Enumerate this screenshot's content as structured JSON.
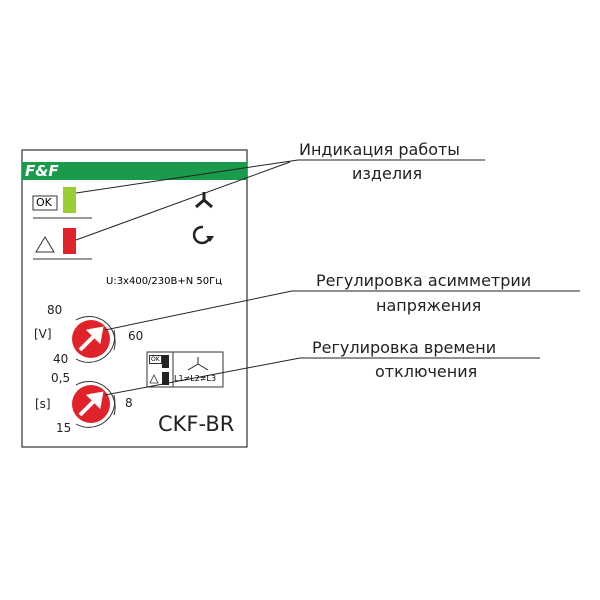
{
  "brand": "F&F",
  "indicators": {
    "ok_label": "OK",
    "warning_icon": "warning-triangle-icon",
    "ok_color": "#9acd32",
    "alarm_color": "#e0232a"
  },
  "icons": [
    "three-phase-icon",
    "rotation-arrow-icon"
  ],
  "supply": "U:3x400/230В+N 50Гц",
  "knob_voltage": {
    "unit": "[V]",
    "min": "40",
    "mid": "60",
    "max": "80"
  },
  "knob_time": {
    "unit": "[s]",
    "min": "0,5",
    "mid": "8",
    "max": "15"
  },
  "mini_panel": {
    "ok": "OK",
    "phases": "L1≠L2≠L3"
  },
  "model": "CKF-BR",
  "callouts": {
    "indication_line1": "Индикация работы",
    "indication_line2": "изделия",
    "asym_line1": "Регулировка асимметрии",
    "asym_line2": "напряжения",
    "time_line1": "Регулировка времени",
    "time_line2": "отключения"
  },
  "colors": {
    "brand_green": "#1a9b4b",
    "knob_red": "#e0232a"
  }
}
